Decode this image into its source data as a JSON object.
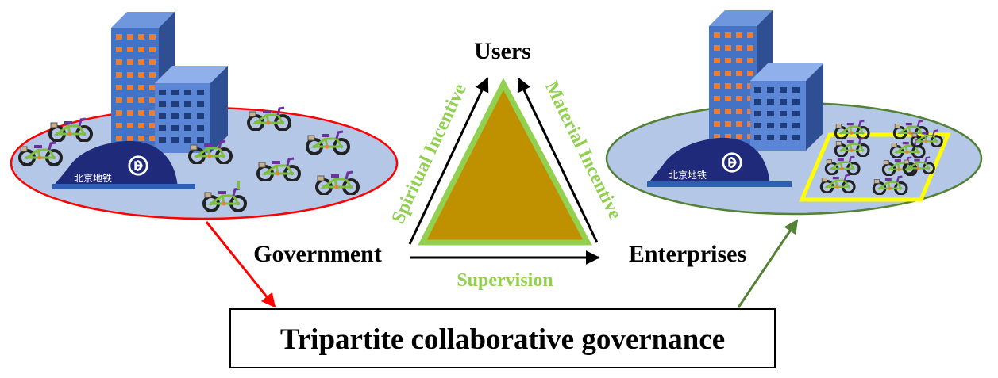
{
  "nodes": {
    "users": "Users",
    "government": "Government",
    "enterprises": "Enterprises"
  },
  "edges": {
    "spiritual": "Spiritual Incentive",
    "material": "Material Incentive",
    "supervision": "Supervision"
  },
  "station_label": "北京地铁",
  "governance_label": "Tripartite collaborative governance",
  "scenes": {
    "disorderly": {
      "bike_count": 8,
      "boundary_color": "#ff0000"
    },
    "orderly": {
      "bike_count": 10,
      "boundary_color": "#538135",
      "parking_zone_color": "#ffff00"
    }
  },
  "colors": {
    "triangle_fill": "#bf9000",
    "triangle_border": "#92d050",
    "scene_fill": "#b4c7e7",
    "tall_building": "#4472c4",
    "short_building": "#5b86d6",
    "window_orange": "#ed7d31",
    "station": "#1f2a7a",
    "arrow_red": "#ff0000",
    "arrow_green": "#538135"
  },
  "icons": {
    "building": "office-building-icon",
    "subway": "beijing-subway-logo-icon",
    "bike": "shared-bike-icon"
  }
}
